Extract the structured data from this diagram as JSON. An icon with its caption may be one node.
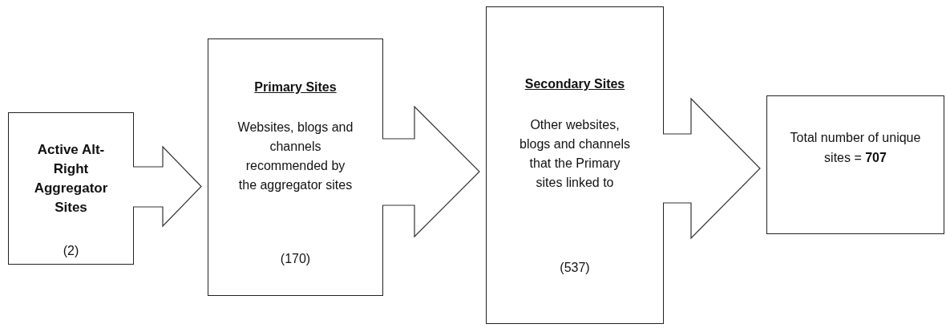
{
  "diagram": {
    "nodes": [
      {
        "text": [
          "Active Alt-Right Aggregator Sites",
          "(2)"
        ]
      },
      {
        "text": [
          "Primary Sites",
          "Websites, blogs and channels recommended by the aggregator sites",
          "(170)"
        ]
      },
      {
        "text": [
          "Secondary Sites",
          "Other websites, blogs and channels that the Primary sites linked to",
          "(537)"
        ]
      },
      {
        "text": [
          "Total number of unique sites = **707**"
        ]
      }
    ],
    "edges": [
      {
        "from": 0,
        "to": 1,
        "arrow": "to"
      },
      {
        "from": 1,
        "to": 2,
        "arrow": "to"
      },
      {
        "from": 2,
        "to": 3,
        "arrow": "to"
      }
    ]
  }
}
